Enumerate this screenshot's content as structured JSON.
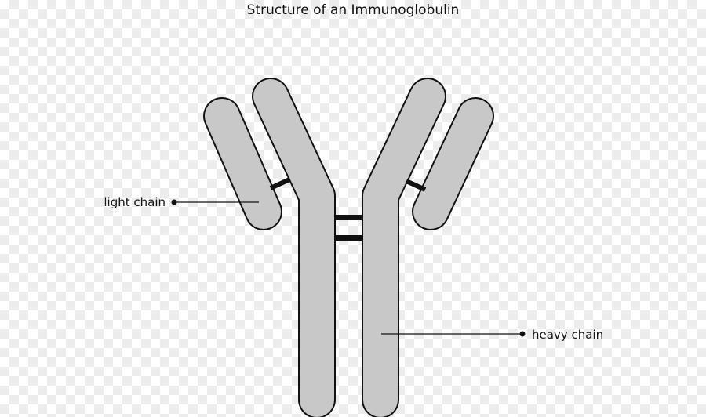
{
  "diagram": {
    "title": "Structure of an Immunoglobulin",
    "labels": {
      "light_chain": "light chain",
      "heavy_chain": "heavy chain"
    },
    "colors": {
      "chain_fill": "#c8c8c8",
      "outline": "#111111",
      "bond": "#111111",
      "background": "#ffffff"
    }
  }
}
